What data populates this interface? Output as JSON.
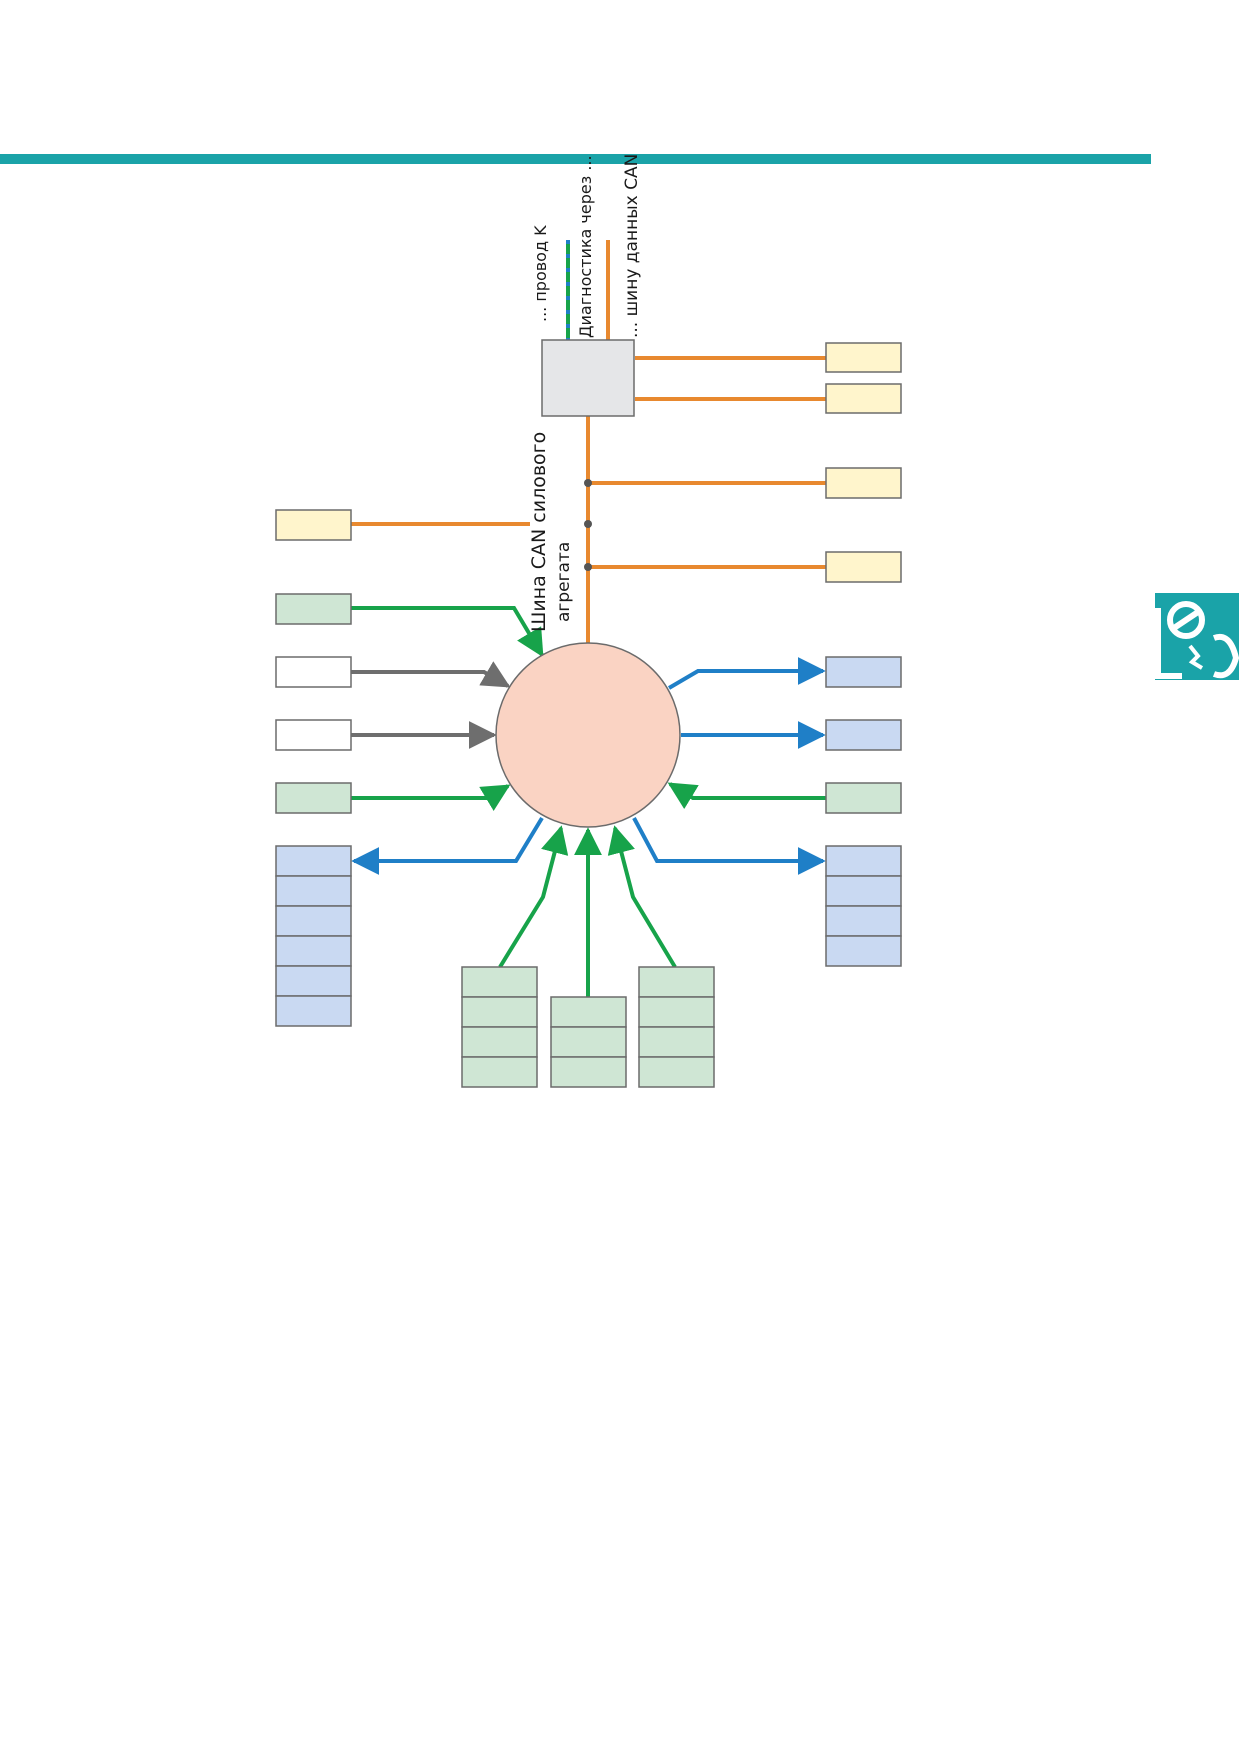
{
  "colors": {
    "teal": "#1aa3a8",
    "orange": "#e8892f",
    "green": "#17a34a",
    "blue": "#1f7fc7",
    "gray": "#6e6e6e",
    "unit_fill": "#fad3c3",
    "gateway_fill": "#e5e6e8",
    "can_box": "#fff5cc",
    "sensor_box": "#cfe6d4",
    "actuator_box": "#c9d9f2",
    "plain_box": "#ffffff"
  },
  "labels": {
    "k_wire": "... провод K",
    "diagnostics": "Диагностика через ...",
    "can_bus_diag": "... шину данных CAN",
    "powertrain_bus_1": "Шина CAN силового",
    "powertrain_bus_2": "агрегата"
  },
  "side_tab": {
    "icon": "steering-wheel-icon"
  }
}
